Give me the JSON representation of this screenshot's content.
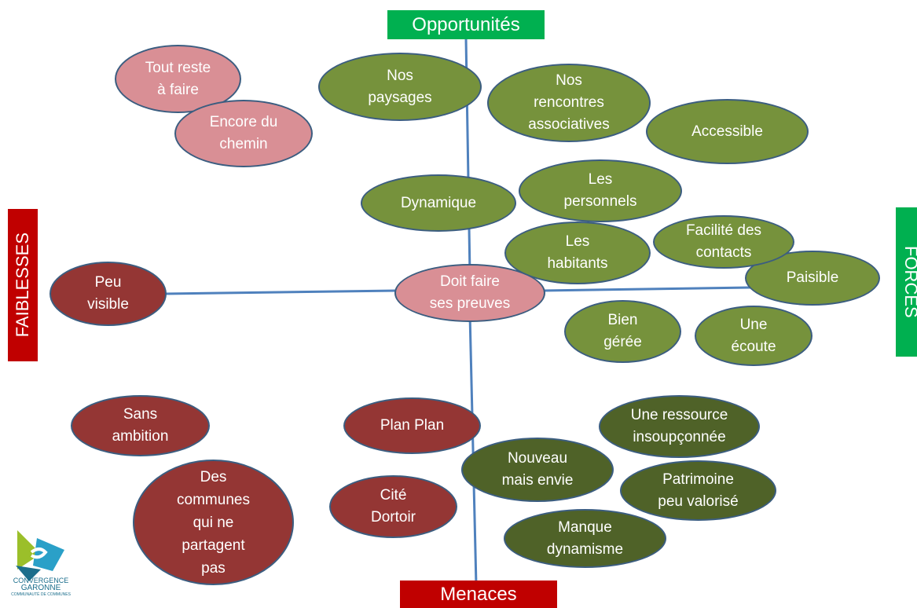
{
  "labels": {
    "top": "Opportunités",
    "bottom": "Menaces",
    "left": "FAIBLESSES",
    "right": "FORCES"
  },
  "bubbles": {
    "tout_reste": "Tout reste\nà faire",
    "encore_chemin": "Encore du\nchemin",
    "nos_paysages": "Nos\npaysages",
    "nos_rencontres": "Nos\nrencontres\nassociatives",
    "accessible": "Accessible",
    "dynamique": "Dynamique",
    "les_personnels": "Les\npersonnels",
    "les_habitants": "Les\nhabitants",
    "facilite": "Facilité des\ncontacts",
    "paisible": "Paisible",
    "doit_faire": "Doit faire\nses preuves",
    "peu_visible": "Peu\nvisible",
    "bien_geree": "Bien\ngérée",
    "une_ecoute": "Une\nécoute",
    "sans_ambition": "Sans\nambition",
    "plan_plan": "Plan Plan",
    "une_ressource": "Une ressource\ninsoupçonnée",
    "nouveau": "Nouveau\nmais envie",
    "patrimoine": "Patrimoine\npeu valorisé",
    "des_communes": "Des\ncommunes\nqui ne\npartagent\npas",
    "cite_dortoir": "Cité\nDortoir",
    "manque": "Manque\ndynamisme"
  },
  "logo": {
    "line1": "CONVERGENCE",
    "line2": "GARONNE",
    "line3": "COMMUNAUTÉ DE COMMUNES"
  },
  "colors": {
    "green_box": "#00b050",
    "red_box": "#c00000",
    "pink": "#d98f95",
    "green": "#76923c",
    "dark_green": "#4f6228",
    "dark_red": "#943634",
    "axis": "#4f81bd"
  }
}
